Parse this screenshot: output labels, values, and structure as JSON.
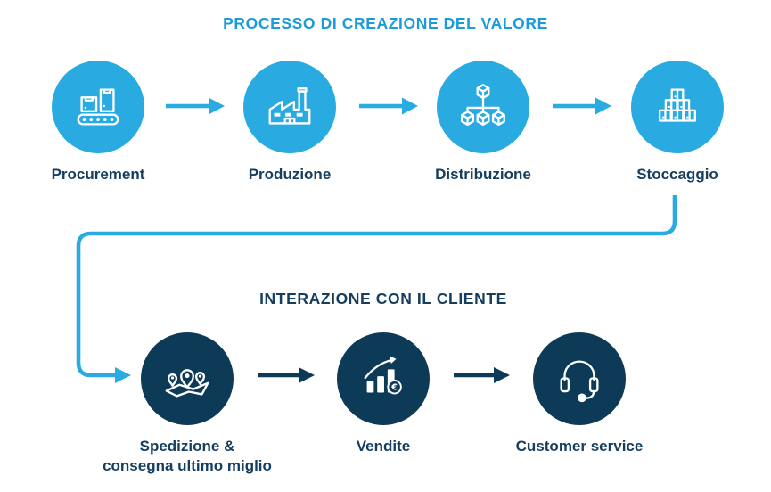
{
  "colors": {
    "accent_blue": "#29ABE2",
    "title_blue": "#1B9CD8",
    "navy": "#0D3A57",
    "label_navy": "#163E60",
    "background": "#FFFFFF"
  },
  "process_flow": {
    "title": "PROCESSO DI CREAZIONE DEL VALORE",
    "stages": [
      {
        "label": "Procurement",
        "icon": "conveyor-belt-icon"
      },
      {
        "label": "Produzione",
        "icon": "factory-icon"
      },
      {
        "label": "Distribuzione",
        "icon": "distribution-network-icon"
      },
      {
        "label": "Stoccaggio",
        "icon": "stacked-boxes-icon"
      }
    ]
  },
  "customer_interaction": {
    "title": "INTERAZIONE CON IL CLIENTE",
    "stages": [
      {
        "label_line1": "Spedizione &",
        "label_line2": "consegna ultimo miglio",
        "icon": "map-pins-icon"
      },
      {
        "label": "Vendite",
        "icon": "sales-growth-euro-icon"
      },
      {
        "label": "Customer service",
        "icon": "headset-icon"
      }
    ]
  },
  "icons": {
    "euro_symbol": "€"
  }
}
